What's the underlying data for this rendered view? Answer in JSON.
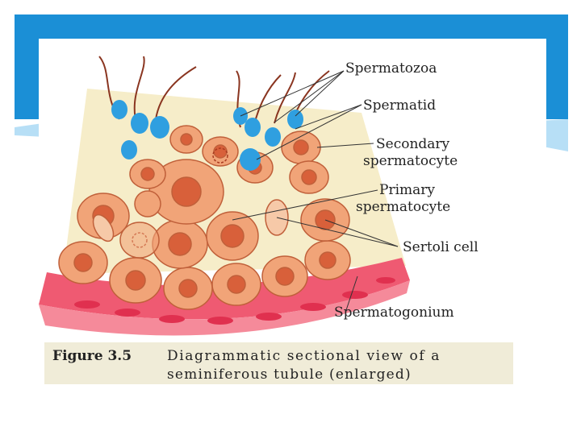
{
  "labels": {
    "spermatozoa": "Spermatozoa",
    "spermatid": "Spermatid",
    "secondary_1": "Secondary",
    "secondary_2": "spermatocyte",
    "primary_1": "Primary",
    "primary_2": "spermatocyte",
    "sertoli": "Sertoli cell",
    "spermatogonium": "Spermatogonium"
  },
  "caption": {
    "figure_label": "Figure 3.5",
    "line1": "Diagrammatic sectional view of a",
    "line2": "seminiferous tubule (enlarged)"
  },
  "colors": {
    "banner": "#1b8fd6",
    "cell_fill": "#f1a478",
    "nucleus": "#d8603a",
    "sperm_head": "#2f9fe0",
    "basement": "#e8405e",
    "lumen": "#f6edc9"
  }
}
